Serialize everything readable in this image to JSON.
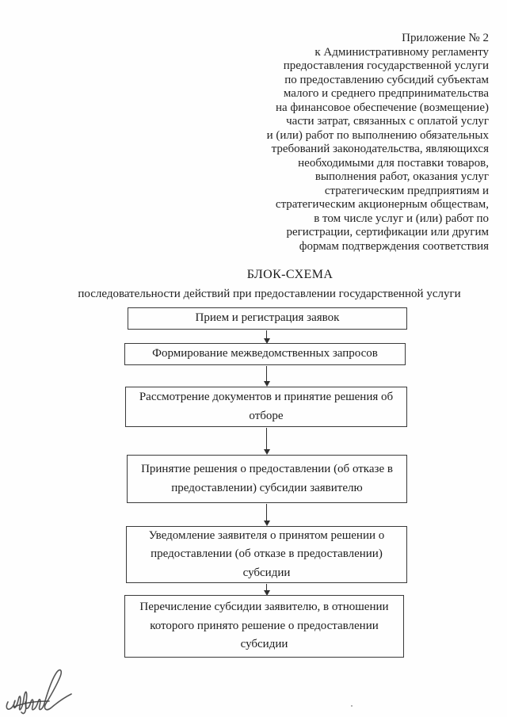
{
  "page": {
    "background": "#fefefe",
    "text_color": "#1d1d1d",
    "border_color": "#3a3a3a"
  },
  "header": {
    "lines": [
      "Приложение № 2",
      "к Административному регламенту",
      "предоставления государственной услуги",
      "по предоставлению субсидий субъектам",
      "малого и среднего предпринимательства",
      "на финансовое обеспечение (возмещение)",
      "части затрат, связанных с оплатой услуг",
      "и (или) работ по выполнению обязательных",
      "требований законодательства, являющихся",
      "необходимыми для поставки товаров,",
      "выполнения работ, оказания услуг",
      "стратегическим предприятиям и",
      "стратегическим акционерным обществам,",
      "в том числе услуг и (или) работ по",
      "регистрации, сертификации или другим",
      "формам подтверждения соответствия"
    ]
  },
  "schema": {
    "title": "БЛОК-СХЕМА",
    "subtitle": "последовательности действий при предоставлении государственной услуги",
    "steps": [
      {
        "label": "Прием и регистрация заявок"
      },
      {
        "label": "Формирование межведомственных запросов"
      },
      {
        "label": "Рассмотрение документов и принятие решения об отборе"
      },
      {
        "label": "Принятие решения о предоставлении (об отказе в предоставлении) субсидии заявителю"
      },
      {
        "label": "Уведомление заявителя о принятом решении о предоставлении (об отказе в предоставлении) субсидии"
      },
      {
        "label": "Перечисление субсидии заявителю, в отношении которого принято решение о предоставлении субсидии"
      }
    ]
  },
  "icons": {
    "flow_arrow": "down-arrow",
    "signature": "handwritten-signature-scribble"
  }
}
